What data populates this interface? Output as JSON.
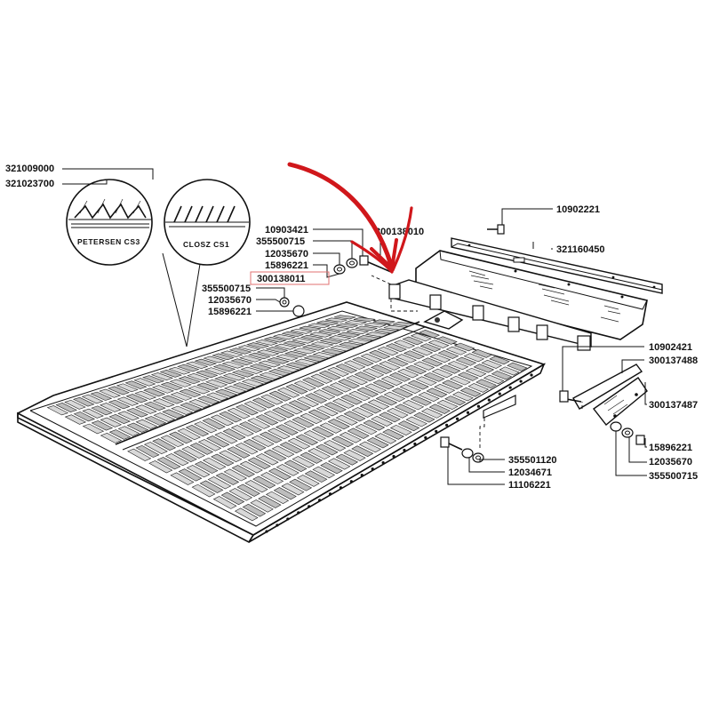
{
  "labels": {
    "p321009000": "321009000",
    "p321023700": "321023700",
    "p10903421": "10903421",
    "p355500715_top": "355500715",
    "p12035670_top": "12035670",
    "p15896221_top": "15896221",
    "p300138011": "300138011",
    "p355500715_mid": "355500715",
    "p12035670_mid": "12035670",
    "p15896221_mid": "15896221",
    "p300138010": "300138010",
    "p10902221_top": "10902221",
    "p321160450": "321160450",
    "p10902421": "10902421",
    "p300137488": "300137488",
    "p300137487": "300137487",
    "p15896221_right": "15896221",
    "p12035670_right": "12035670",
    "p355500715_right": "355500715",
    "p355501120": "355501120",
    "p12034671": "12034671",
    "p11106221": "11106221"
  },
  "insets": {
    "left": "PETERSEN CS3",
    "right": "CLOSZ  CS1"
  },
  "colors": {
    "annotation": "#d0171b",
    "highlight_box": "#e07070",
    "line": "#111111"
  }
}
